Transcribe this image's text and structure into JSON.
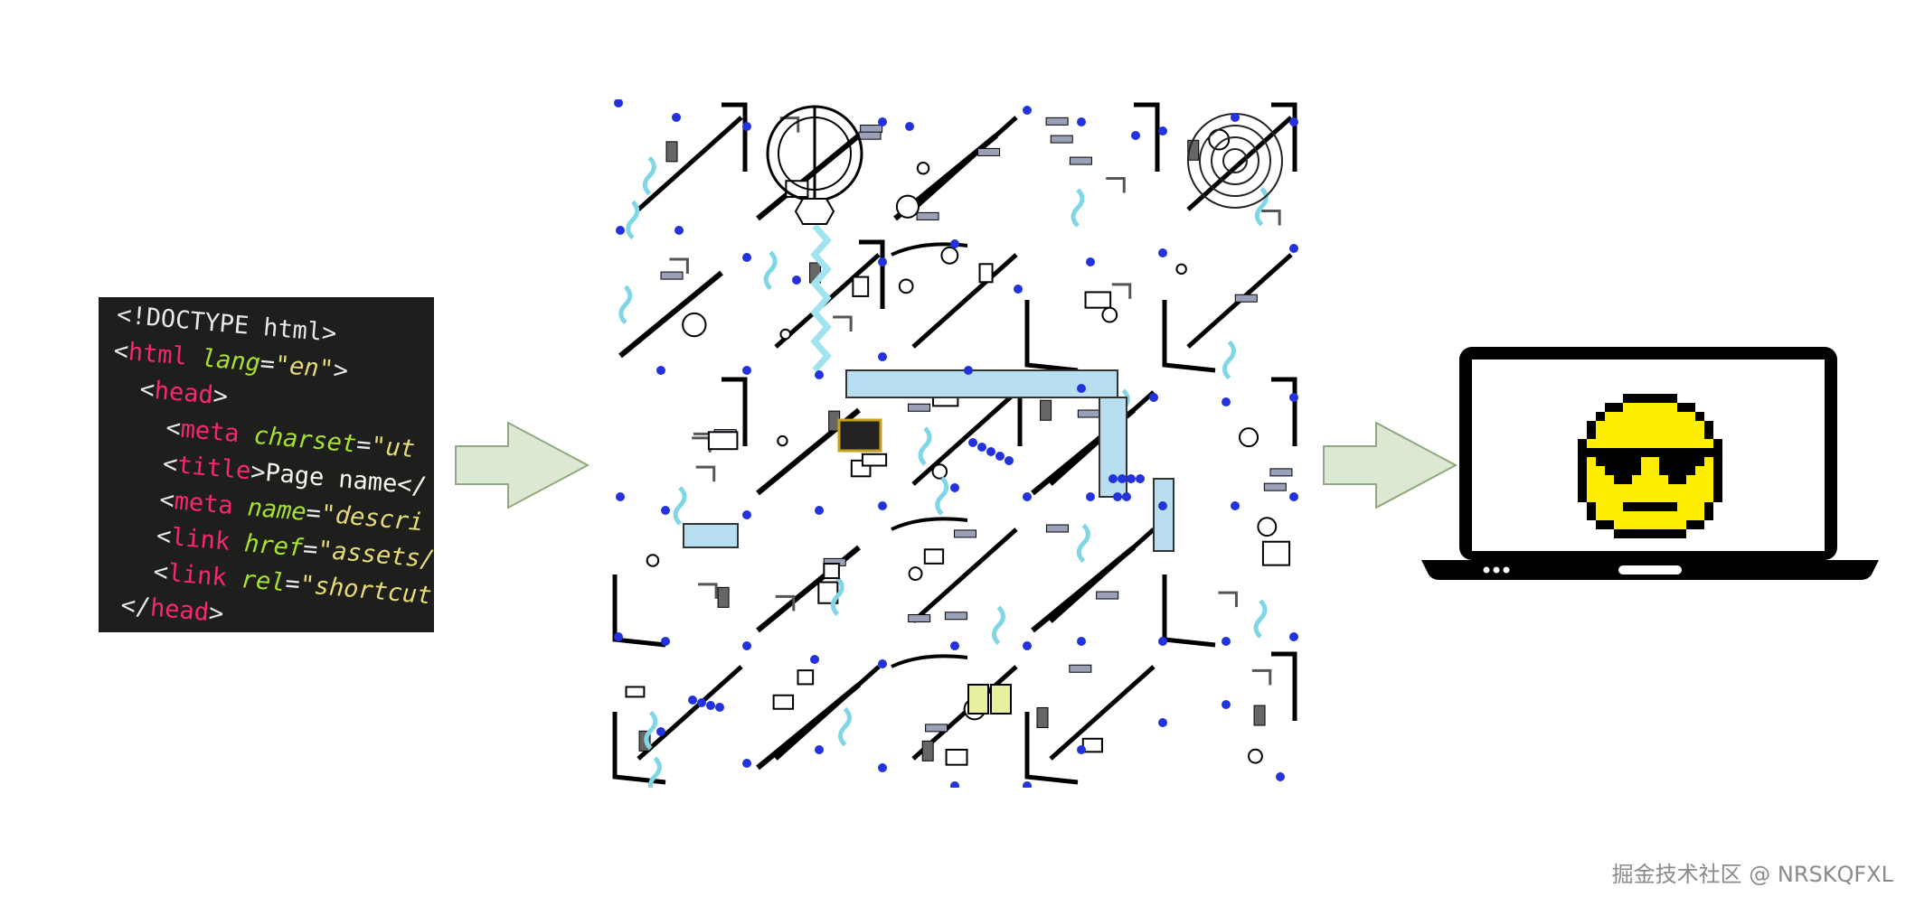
{
  "code_snippet": {
    "lines": [
      {
        "indent": "",
        "parts": [
          {
            "t": "punct",
            "v": "<!DOCTYPE html>"
          }
        ]
      },
      {
        "indent": "",
        "parts": [
          {
            "t": "punct",
            "v": "<"
          },
          {
            "t": "tag",
            "v": "html"
          },
          {
            "t": "punct",
            "v": " "
          },
          {
            "t": "attr",
            "v": "lang"
          },
          {
            "t": "punct",
            "v": "="
          },
          {
            "t": "str",
            "v": "\"en\""
          },
          {
            "t": "punct",
            "v": ">"
          }
        ]
      },
      {
        "indent": "  ",
        "parts": [
          {
            "t": "punct",
            "v": "<"
          },
          {
            "t": "tag",
            "v": "head"
          },
          {
            "t": "punct",
            "v": ">"
          }
        ]
      },
      {
        "indent": "    ",
        "parts": [
          {
            "t": "punct",
            "v": "<"
          },
          {
            "t": "tag",
            "v": "meta"
          },
          {
            "t": "punct",
            "v": " "
          },
          {
            "t": "attr",
            "v": "charset"
          },
          {
            "t": "punct",
            "v": "="
          },
          {
            "t": "str",
            "v": "\"ut"
          }
        ]
      },
      {
        "indent": "    ",
        "parts": [
          {
            "t": "punct",
            "v": "<"
          },
          {
            "t": "tag",
            "v": "title"
          },
          {
            "t": "punct",
            "v": ">"
          },
          {
            "t": "text",
            "v": "Page name</"
          }
        ]
      },
      {
        "indent": "    ",
        "parts": [
          {
            "t": "punct",
            "v": "<"
          },
          {
            "t": "tag",
            "v": "meta"
          },
          {
            "t": "punct",
            "v": " "
          },
          {
            "t": "attr",
            "v": "name"
          },
          {
            "t": "punct",
            "v": "="
          },
          {
            "t": "str",
            "v": "\"descri"
          }
        ]
      },
      {
        "indent": "    ",
        "parts": [
          {
            "t": "punct",
            "v": "<"
          },
          {
            "t": "tag",
            "v": "link"
          },
          {
            "t": "punct",
            "v": " "
          },
          {
            "t": "attr",
            "v": "href"
          },
          {
            "t": "punct",
            "v": "="
          },
          {
            "t": "str",
            "v": "\"assets/"
          }
        ]
      },
      {
        "indent": "    ",
        "parts": [
          {
            "t": "punct",
            "v": "<"
          },
          {
            "t": "tag",
            "v": "link"
          },
          {
            "t": "punct",
            "v": " "
          },
          {
            "t": "attr",
            "v": "rel"
          },
          {
            "t": "punct",
            "v": "="
          },
          {
            "t": "str",
            "v": "\"shortcut"
          }
        ]
      },
      {
        "indent": "  ",
        "parts": [
          {
            "t": "punct",
            "v": "</"
          },
          {
            "t": "tag",
            "v": "head"
          },
          {
            "t": "punct",
            "v": ">"
          }
        ]
      }
    ]
  },
  "colors": {
    "arrow_fill": "#dbe8d4",
    "arrow_stroke": "#8faa7e",
    "machine_dot": "#2233dd",
    "laptop_body": "#000000",
    "smiley_face": "#ffee00",
    "code_bg": "#1e1f1c"
  },
  "icons": [
    "right-arrow-icon",
    "machine-illustration",
    "laptop-icon",
    "sunglasses-smiley-icon"
  ],
  "watermark": "掘金技术社区 @ NRSKQFXL"
}
